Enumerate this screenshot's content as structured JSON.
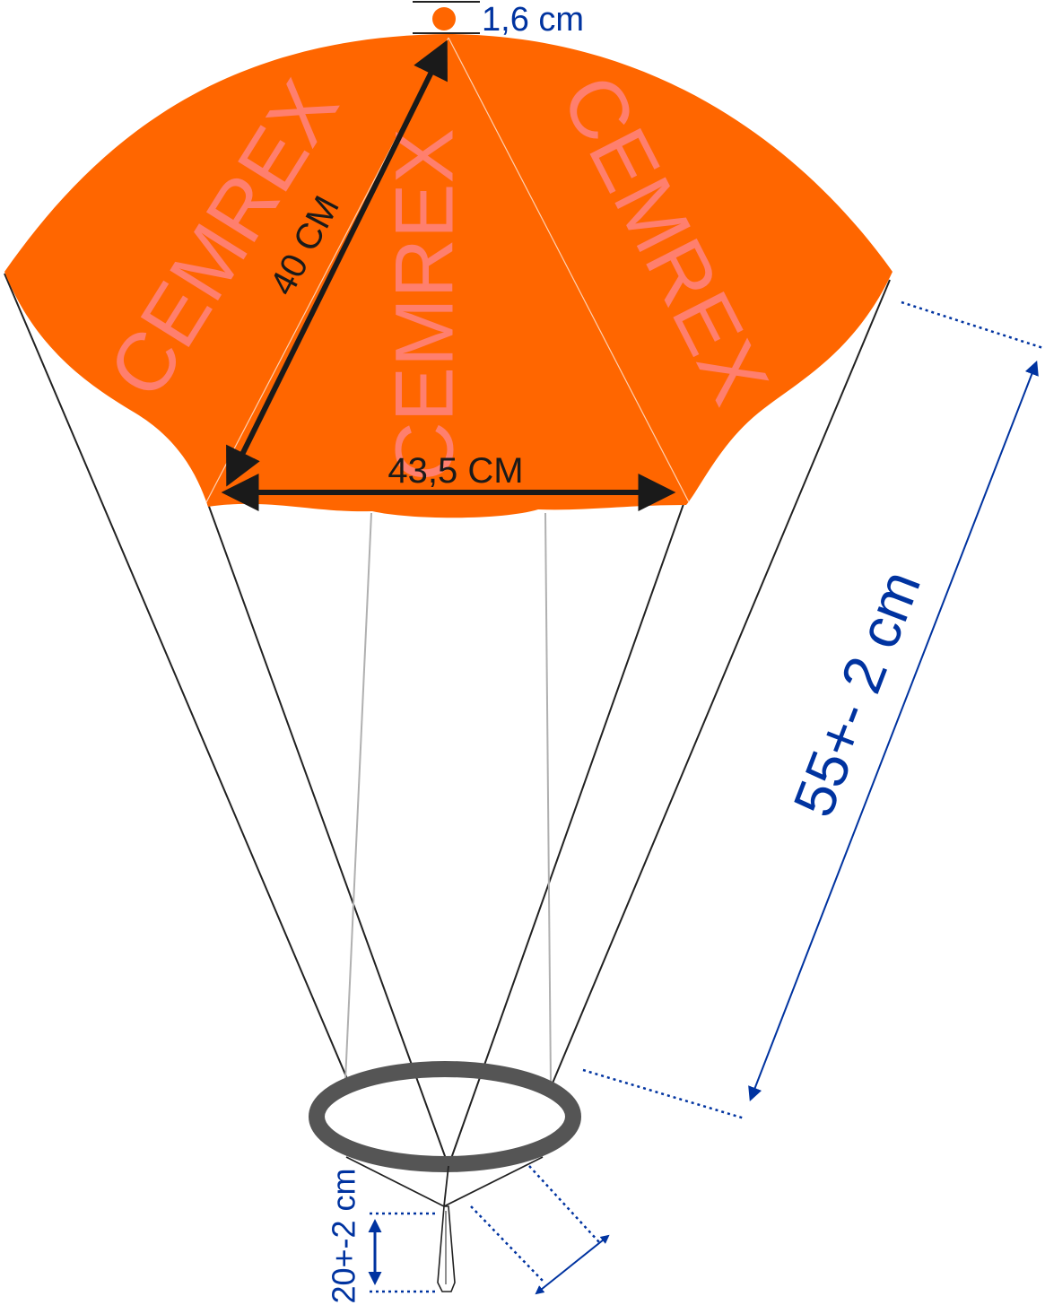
{
  "canopy": {
    "watermark": [
      "CEMREX",
      "CEMREX",
      "CEMREX"
    ]
  },
  "dimensions": {
    "apex_vent": "1,6 cm",
    "gore_side": "40 CM",
    "gore_base": "43,5 CM",
    "line_length": "55+- 2  cm",
    "bridle_length": "20+-2 cm"
  },
  "colors": {
    "canopy": "#FF6600",
    "watermark": "#FF7F6E",
    "dimension_black": "#1a1a1a",
    "dimension_blue": "#0033A0",
    "ring": "#555555",
    "lines": "#222222",
    "center_lines": "#b0b0b0"
  }
}
